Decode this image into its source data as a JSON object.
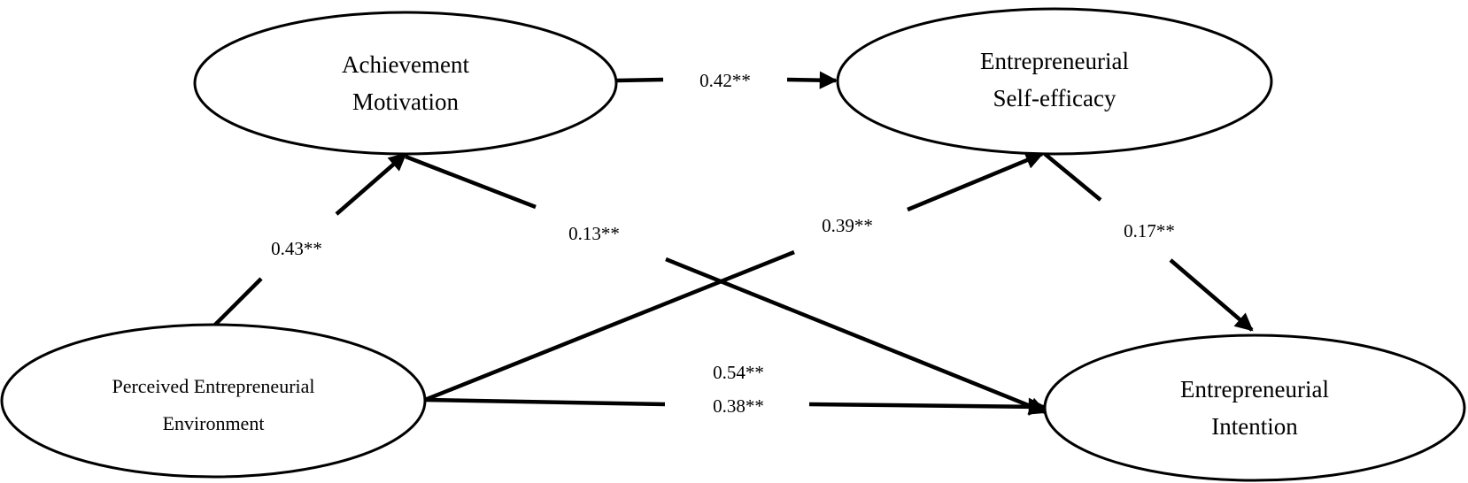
{
  "nodes": {
    "achievement_motivation": {
      "line1": "Achievement",
      "line2": "Motivation"
    },
    "entrepreneurial_self_efficacy": {
      "line1": "Entrepreneurial",
      "line2": "Self-efficacy"
    },
    "perceived_entrepreneurial_environment": {
      "line1": "Perceived Entrepreneurial",
      "line2": "Environment"
    },
    "entrepreneurial_intention": {
      "line1": "Entrepreneurial",
      "line2": "Intention"
    }
  },
  "paths": {
    "pee_to_am": "0.43**",
    "am_to_ese": "0.42**",
    "am_to_ei": "0.13**",
    "pee_to_ese": "0.39**",
    "ese_to_ei": "0.17**",
    "pee_to_ei_total": "0.54**",
    "pee_to_ei_direct": "0.38**"
  }
}
